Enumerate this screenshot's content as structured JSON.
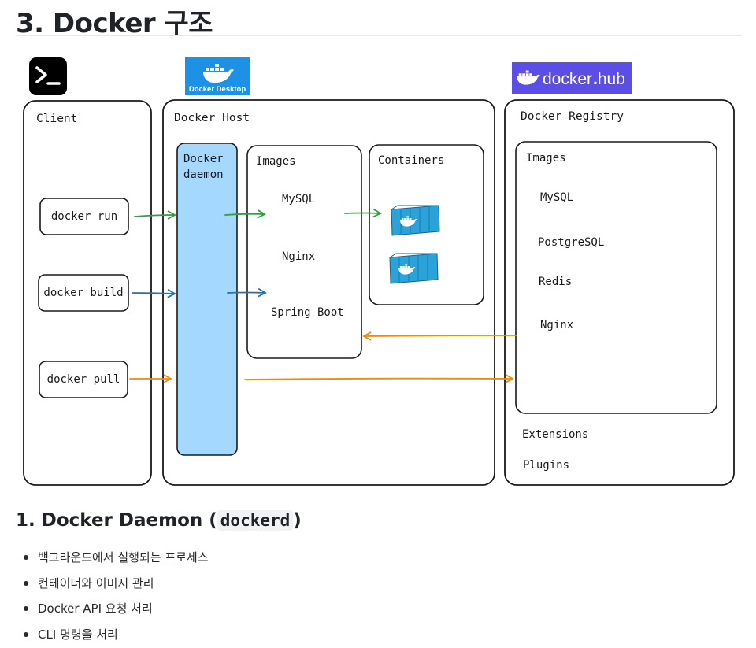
{
  "title": "3. Docker 구조",
  "diagram": {
    "logos": {
      "docker_desktop": "Docker Desktop",
      "docker_hub_left": "docker",
      "docker_hub_right": "hub"
    },
    "client": {
      "title": "Client",
      "commands": [
        "docker run",
        "docker build",
        "docker pull"
      ]
    },
    "host": {
      "title": "Docker Host",
      "daemon_line1": "Docker",
      "daemon_line2": "daemon",
      "images_title": "Images",
      "images": [
        "MySQL",
        "Nginx",
        "Spring Boot"
      ],
      "containers_title": "Containers"
    },
    "registry": {
      "title": "Docker Registry",
      "images_title": "Images",
      "images": [
        "MySQL",
        "PostgreSQL",
        "Redis",
        "Nginx"
      ],
      "extensions": "Extensions",
      "plugins": "Plugins"
    },
    "colors": {
      "green": "#2f9e44",
      "blue": "#1971c2",
      "orange": "#f08c00",
      "daemon_fill": "#a5d8ff",
      "docker_blue": "#1d91e6",
      "hub_purple": "#5b4ee6"
    }
  },
  "section": {
    "heading_prefix": "1. Docker Daemon (",
    "heading_code": "dockerd",
    "heading_suffix": ")"
  },
  "bullets": [
    "백그라운드에서 실행되는 프로세스",
    "컨테이너와 이미지 관리",
    "Docker API 요청 처리",
    "CLI 명령을 처리"
  ]
}
